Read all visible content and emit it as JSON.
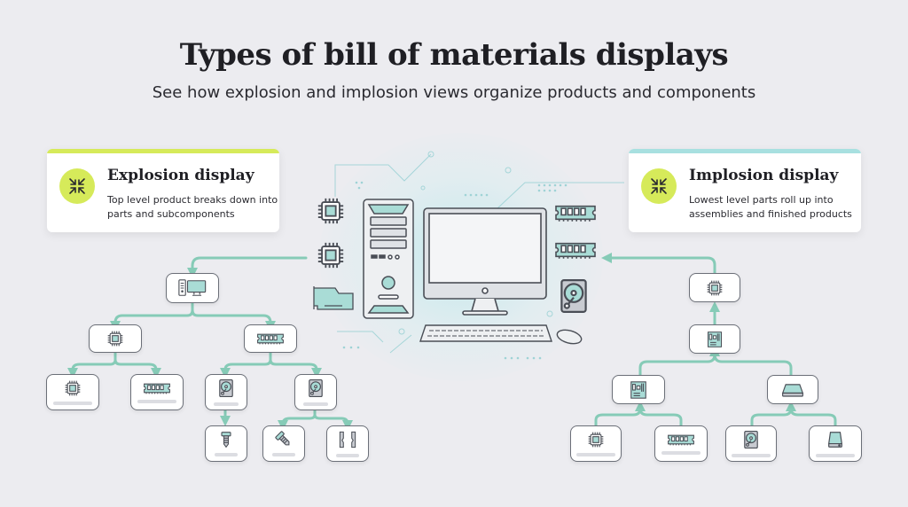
{
  "header": {
    "title": "Types of bill of materials displays",
    "subtitle": "See how explosion and implosion views organize products and components"
  },
  "colors": {
    "background": "#ececf0",
    "connector": "#86cbb7",
    "explosion_accent": "#d6ea5a",
    "implosion_accent": "#a8e0e0",
    "badge": "#d6ea5a",
    "icon_fill": "#a9dcd6",
    "icon_stroke": "#4a4e56"
  },
  "cards": {
    "explosion": {
      "title": "Explosion display",
      "description": "Top level product breaks down into parts and subcomponents",
      "icon": "arrows-converge-icon"
    },
    "implosion": {
      "title": "Implosion display",
      "description": "Lowest level parts roll up into assemblies and finished products",
      "icon": "arrows-converge-icon"
    }
  },
  "center_illustration": {
    "items": [
      "cpu-chip-icon",
      "cpu-chip-icon",
      "graphics-card-icon",
      "pc-tower-icon",
      "monitor-icon",
      "keyboard-icon",
      "mouse-icon",
      "ram-stick-icon",
      "ram-stick-icon",
      "hard-drive-icon"
    ]
  },
  "explosion_tree": {
    "root": "desktop-computer-icon",
    "level1": [
      "cpu-chip-icon",
      "ram-stick-icon"
    ],
    "level2": [
      "cpu-chip-icon",
      "ram-stick-icon",
      "hard-drive-icon",
      "hard-drive-icon"
    ],
    "level3": [
      "screw-icon",
      "bolt-icon",
      "bracket-icon"
    ]
  },
  "implosion_tree": {
    "top": "cpu-chip-icon",
    "level1": "motherboard-icon",
    "level2": [
      "motherboard-icon",
      "drive-bay-icon"
    ],
    "level3": [
      "cpu-chip-icon",
      "ram-stick-icon",
      "hard-drive-icon",
      "ssd-drive-icon"
    ]
  }
}
